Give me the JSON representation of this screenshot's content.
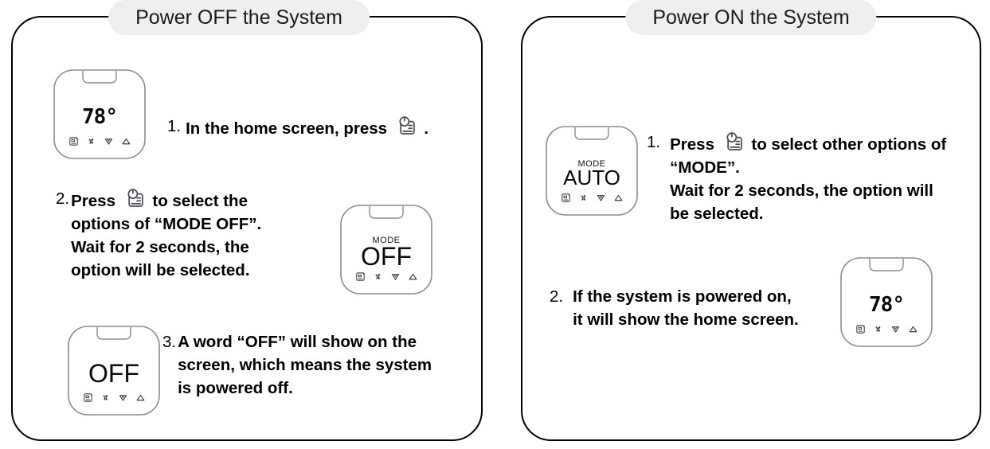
{
  "panels": [
    {
      "id": "power-off",
      "title": "Power OFF the System",
      "devices": [
        {
          "name": "home-screen-device",
          "mode_label": "",
          "value": "78°",
          "style": "digit"
        },
        {
          "name": "mode-off-device",
          "mode_label": "MODE",
          "value": "OFF",
          "style": "word"
        },
        {
          "name": "off-screen-device",
          "mode_label": "",
          "value": "OFF",
          "style": "word"
        }
      ],
      "steps": [
        {
          "num": "1.",
          "lines": [
            {
              "before": "In the home screen, press ",
              "icon": "power-mode-icon",
              "after": " ."
            }
          ]
        },
        {
          "num": "2.",
          "lines": [
            {
              "before": "Press ",
              "icon": "power-mode-icon",
              "after": " to    select    the"
            },
            {
              "before": "options of “MODE  OFF”.",
              "icon": null,
              "after": ""
            },
            {
              "before": "Wait  for  2  seconds,  the",
              "icon": null,
              "after": ""
            },
            {
              "before": "option will be  selected.",
              "icon": null,
              "after": ""
            }
          ]
        },
        {
          "num": "3.",
          "lines": [
            {
              "before": "A  word  “OFF”  will  show  on  the",
              "icon": null,
              "after": ""
            },
            {
              "before": "screen, which means the system",
              "icon": null,
              "after": ""
            },
            {
              "before": "is powered off.",
              "icon": null,
              "after": ""
            }
          ]
        }
      ]
    },
    {
      "id": "power-on",
      "title": "Power ON the System",
      "devices": [
        {
          "name": "mode-auto-device",
          "mode_label": "MODE",
          "value": "AUTO",
          "style": "word"
        },
        {
          "name": "home-screen-device",
          "mode_label": "",
          "value": "78°",
          "style": "digit"
        }
      ],
      "steps": [
        {
          "num": "1.",
          "lines": [
            {
              "before": "Press ",
              "icon": "power-mode-icon",
              "after": " to select other options of"
            },
            {
              "before": "“MODE”.",
              "icon": null,
              "after": ""
            },
            {
              "before": "Wait for 2 seconds, the option will",
              "icon": null,
              "after": ""
            },
            {
              "before": "be selected.",
              "icon": null,
              "after": ""
            }
          ]
        },
        {
          "num": "2.",
          "lines": [
            {
              "before": "If  the  system  is  powered  on,",
              "icon": null,
              "after": ""
            },
            {
              "before": "it will show the home screen.",
              "icon": null,
              "after": ""
            }
          ]
        }
      ]
    }
  ],
  "device_icons": [
    "schedule-icon",
    "fan-icon",
    "cool-down-triangle-icon",
    "heat-up-triangle-icon"
  ],
  "colors": {
    "panel_border": "#000000",
    "title_pill_bg": "#efefef",
    "device_outline": "#8c8c8c",
    "text": "#000000",
    "icon_gray": "#4a4a55",
    "background": "#ffffff"
  }
}
